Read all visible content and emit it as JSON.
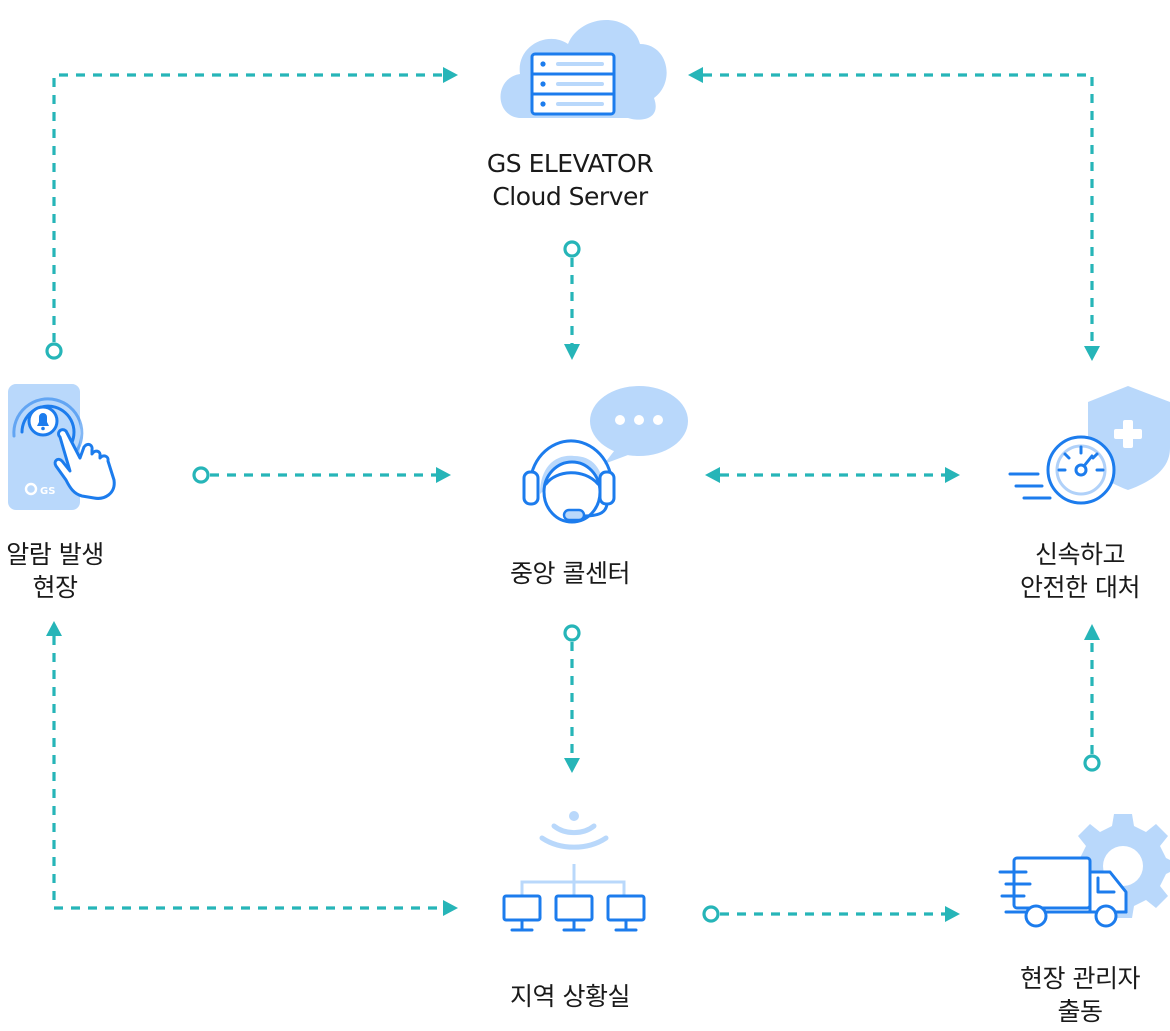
{
  "nodes": {
    "cloud_server": {
      "line1": "GS ELEVATOR",
      "line2": "Cloud Server",
      "icon": "cloud-server-icon"
    },
    "alarm_site": {
      "line1": "알람 발생",
      "line2": "현장",
      "icon": "alarm-touch-panel-icon",
      "badge": "GS"
    },
    "call_center": {
      "line1": "중앙 콜센터",
      "icon": "headset-operator-icon"
    },
    "safe_response": {
      "line1": "신속하고",
      "line2": "안전한 대처",
      "icon": "shield-speedometer-icon"
    },
    "regional_room": {
      "line1": "지역 상황실",
      "icon": "network-monitors-icon"
    },
    "manager_dispatch": {
      "line1": "현장 관리자",
      "line2": "출동",
      "icon": "delivery-truck-gear-icon"
    }
  },
  "colors": {
    "connector": "#26b5b8",
    "icon_blue": "#1c7ced",
    "icon_light": "#b9d8fb",
    "text": "#1a1a1a"
  }
}
